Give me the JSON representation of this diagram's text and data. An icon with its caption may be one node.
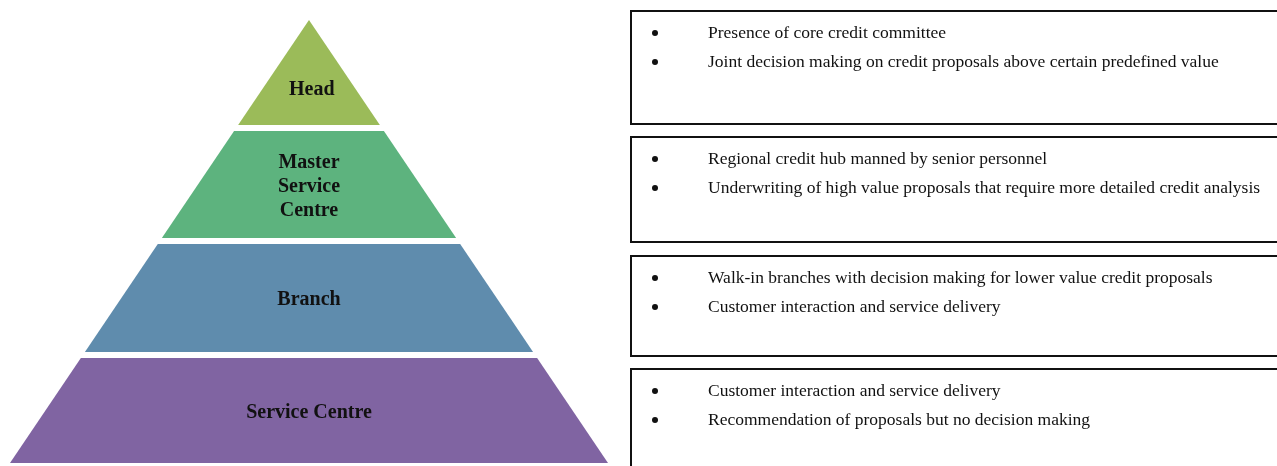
{
  "diagram": {
    "nodes": [
      {
        "text": [
          "Head"
        ]
      },
      {
        "text": [
          "Master Service Centre"
        ]
      },
      {
        "text": [
          "Branch"
        ]
      },
      {
        "text": [
          "Service Centre"
        ]
      },
      {
        "text": [
          "Presence of core credit committee",
          "Joint decision making on credit proposals above certain predefined value"
        ]
      },
      {
        "text": [
          "Regional credit hub manned by senior personnel",
          "Underwriting of high value proposals that require more detailed credit analysis"
        ]
      },
      {
        "text": [
          "Walk-in branches with decision making  for lower value credit proposals",
          "Customer interaction and service delivery"
        ]
      },
      {
        "text": [
          "Customer interaction and service delivery",
          "Recommendation of proposals but no decision making"
        ]
      }
    ]
  }
}
